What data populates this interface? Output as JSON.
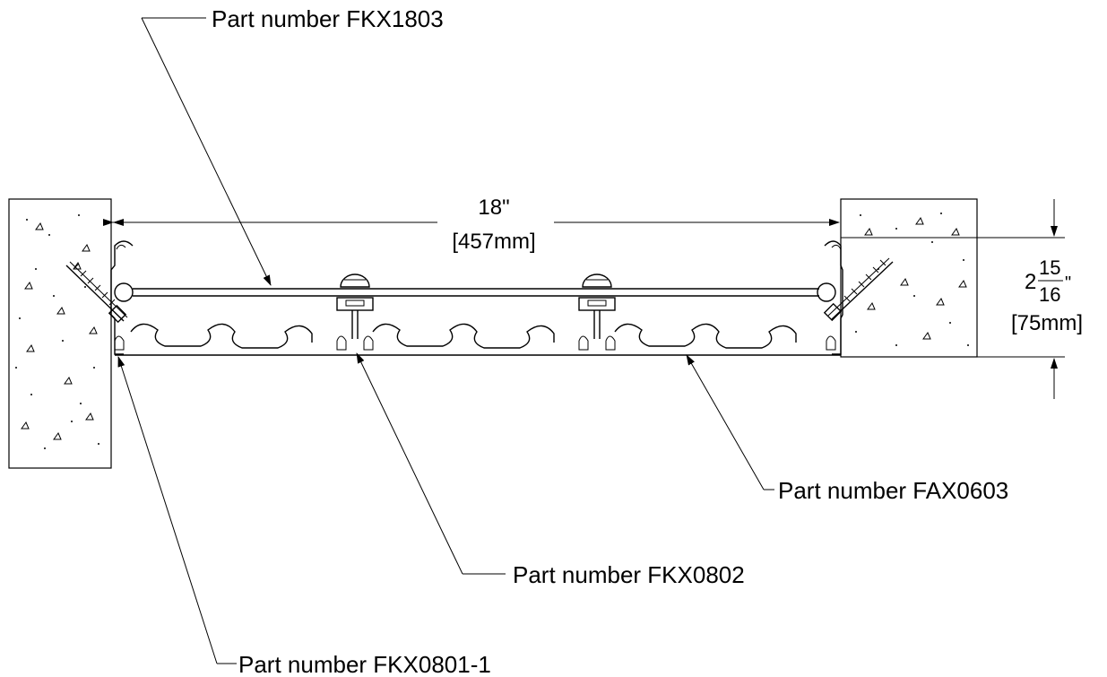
{
  "labels": {
    "top_part": "Part number FKX1803",
    "right_part": "Part number FAX0603",
    "middle_part": "Part number FKX0802",
    "bottom_part": "Part number FKX0801-1"
  },
  "dimensions": {
    "width_in": "18\"",
    "width_mm": "[457mm]",
    "height_whole": "2",
    "height_num": "15",
    "height_den": "16",
    "height_inch_mark": "\"",
    "height_mm": "[75mm]"
  }
}
